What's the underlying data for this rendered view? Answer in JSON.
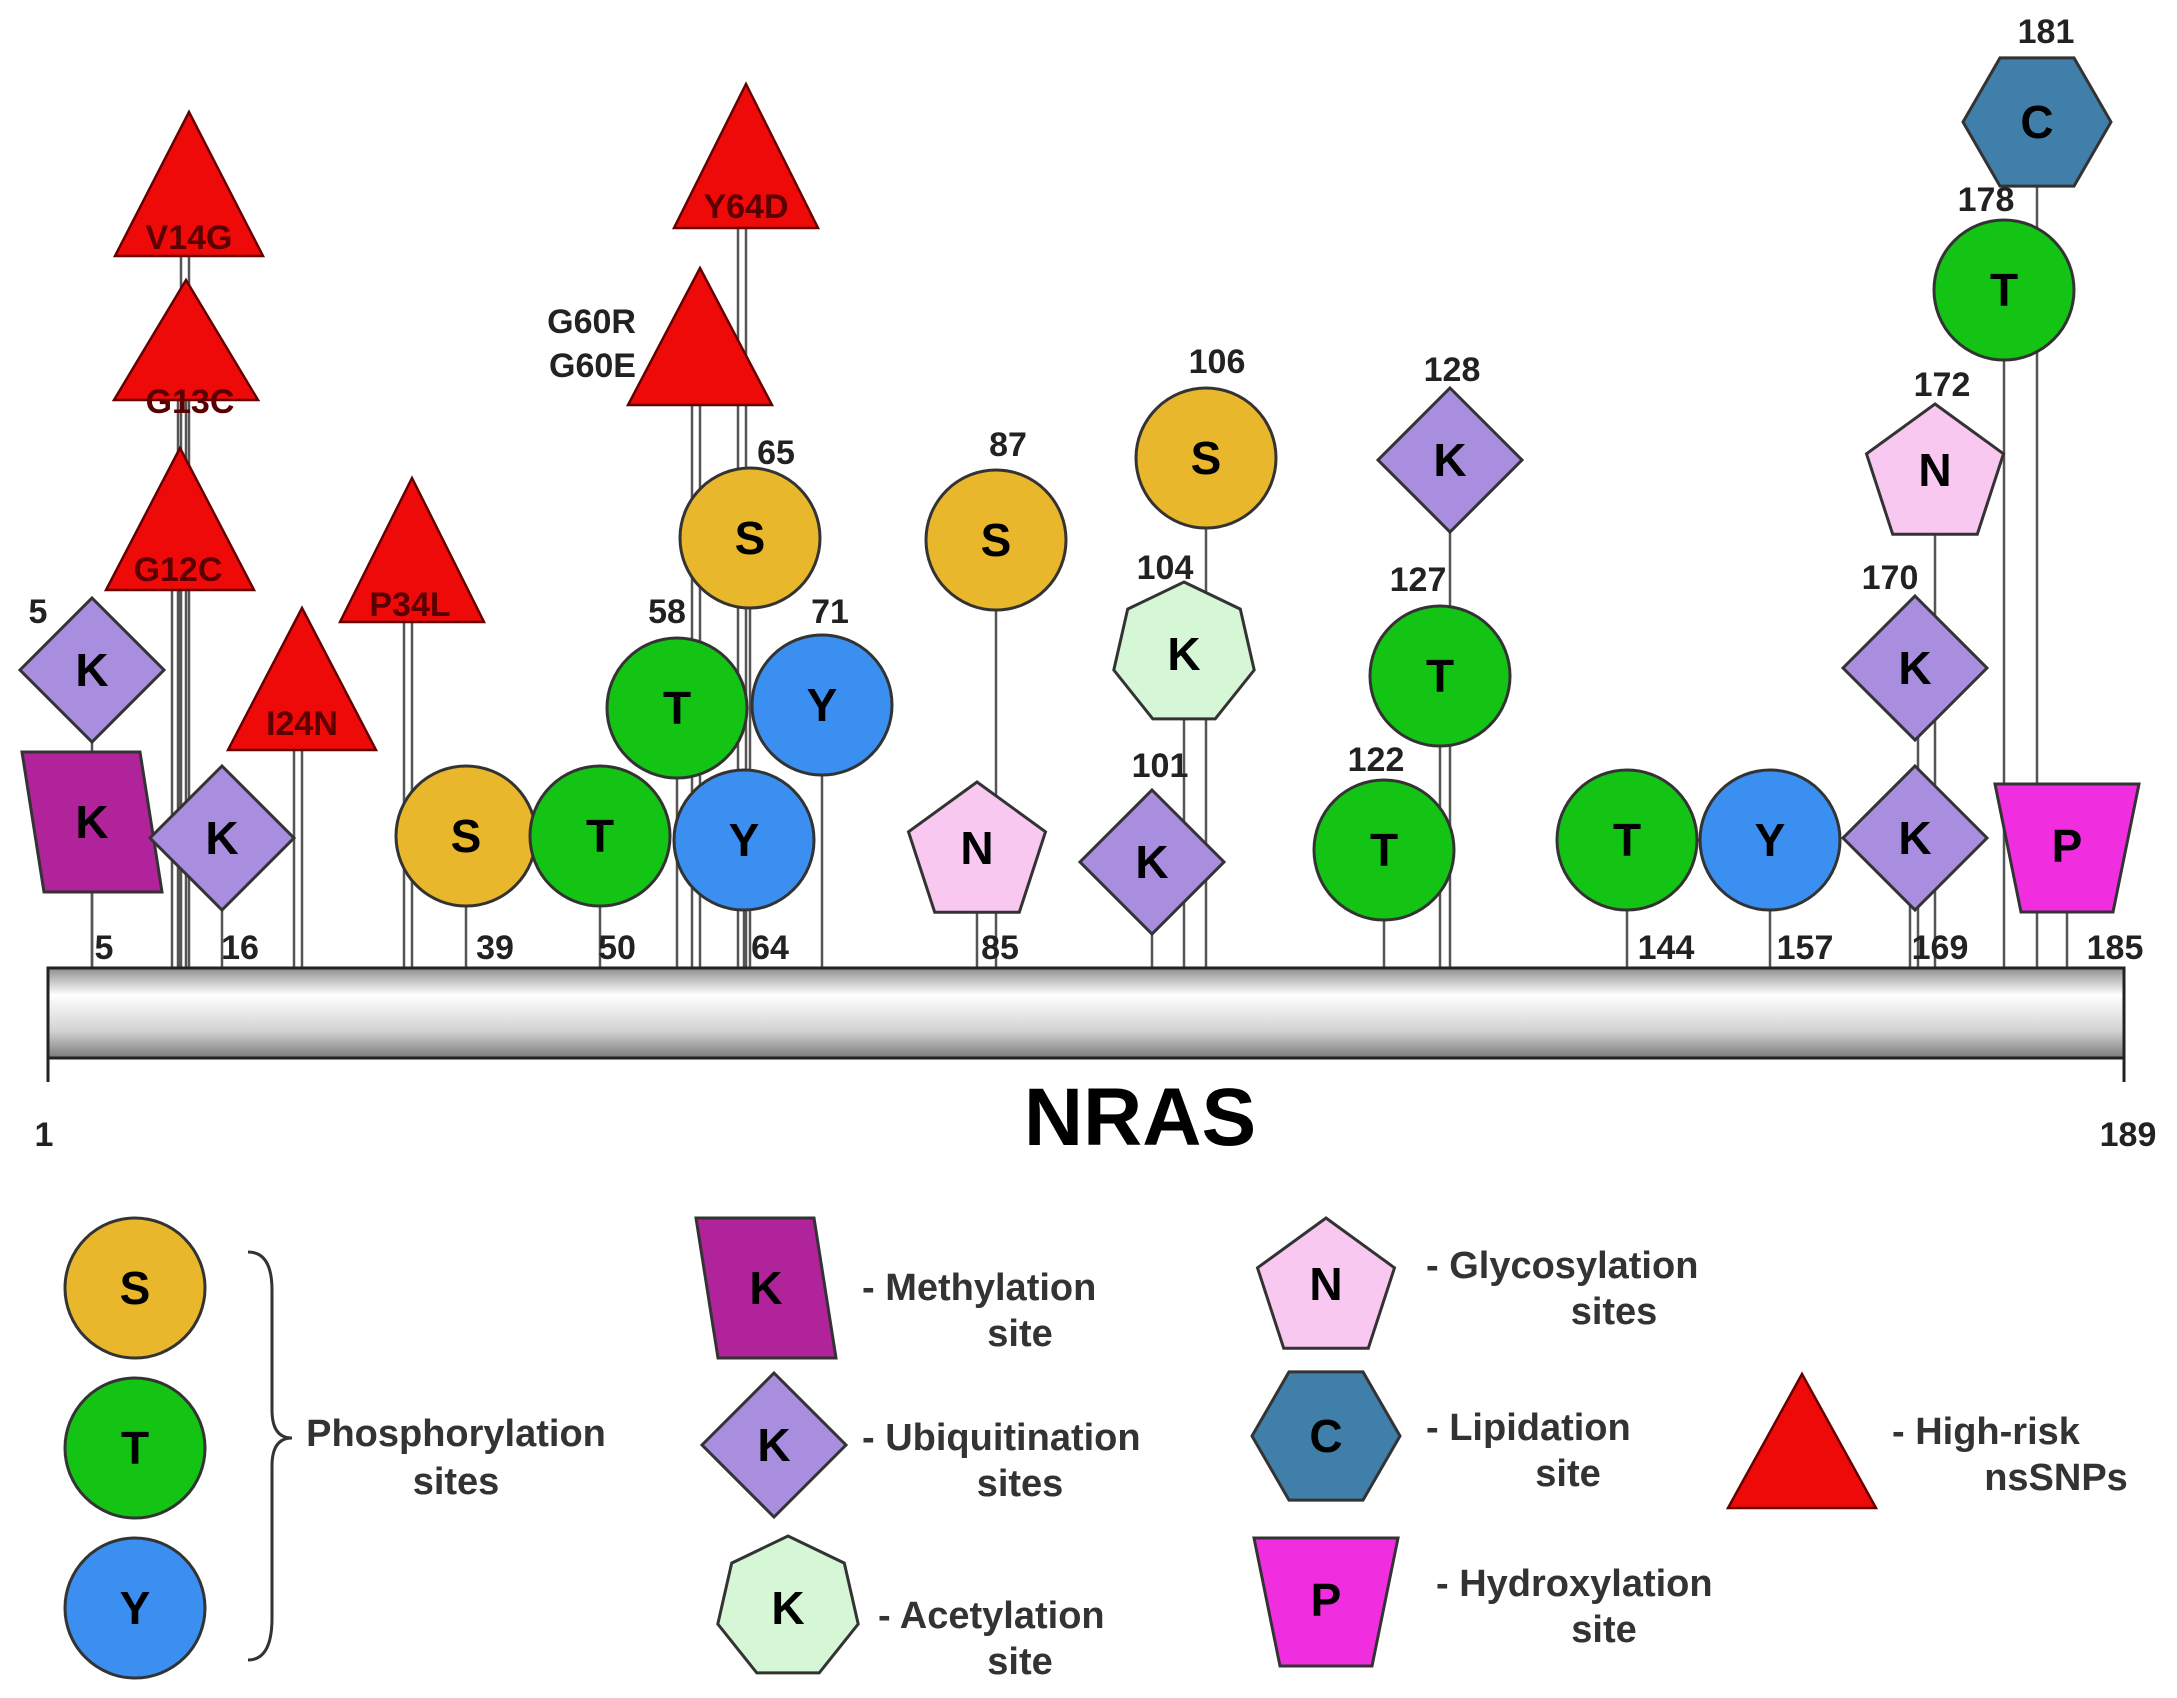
{
  "protein": {
    "name": "NRAS",
    "start": "1",
    "end": "189"
  },
  "colors": {
    "S": "#e8b72c",
    "T": "#14c414",
    "Y": "#3a8ff0",
    "methylation": "#b0239a",
    "ubiquitination": "#a98ee0",
    "acetylation": "#d6f7d6",
    "glycosylation": "#f8c8f0",
    "lipidation": "#3f7faa",
    "hydroxylation": "#f02ee0",
    "snp": "#ef0a0a"
  },
  "sites": [
    {
      "letter": "K",
      "type": "methylation",
      "pos_label": "5"
    },
    {
      "letter": "K",
      "type": "ubiquitination",
      "pos_label": "5"
    },
    {
      "letter": "K",
      "type": "ubiquitination",
      "pos_label": "16"
    },
    {
      "letter": "S",
      "type": "phosphorylation",
      "pos_label": "39"
    },
    {
      "letter": "T",
      "type": "phosphorylation",
      "pos_label": "50"
    },
    {
      "letter": "T",
      "type": "phosphorylation",
      "pos_label": "58"
    },
    {
      "letter": "Y",
      "type": "phosphorylation",
      "pos_label": "64"
    },
    {
      "letter": "S",
      "type": "phosphorylation",
      "pos_label": "65"
    },
    {
      "letter": "Y",
      "type": "phosphorylation",
      "pos_label": "71"
    },
    {
      "letter": "N",
      "type": "glycosylation",
      "pos_label": "85"
    },
    {
      "letter": "S",
      "type": "phosphorylation",
      "pos_label": "87"
    },
    {
      "letter": "K",
      "type": "ubiquitination",
      "pos_label": "101"
    },
    {
      "letter": "K",
      "type": "acetylation",
      "pos_label": "104"
    },
    {
      "letter": "S",
      "type": "phosphorylation",
      "pos_label": "106"
    },
    {
      "letter": "T",
      "type": "phosphorylation",
      "pos_label": "122"
    },
    {
      "letter": "T",
      "type": "phosphorylation",
      "pos_label": "127"
    },
    {
      "letter": "K",
      "type": "ubiquitination",
      "pos_label": "128"
    },
    {
      "letter": "T",
      "type": "phosphorylation",
      "pos_label": "144"
    },
    {
      "letter": "Y",
      "type": "phosphorylation",
      "pos_label": "157"
    },
    {
      "letter": "K",
      "type": "ubiquitination",
      "pos_label": "169"
    },
    {
      "letter": "K",
      "type": "ubiquitination",
      "pos_label": "170"
    },
    {
      "letter": "N",
      "type": "glycosylation",
      "pos_label": "172"
    },
    {
      "letter": "T",
      "type": "phosphorylation",
      "pos_label": "178"
    },
    {
      "letter": "C",
      "type": "lipidation",
      "pos_label": "181"
    },
    {
      "letter": "P",
      "type": "hydroxylation",
      "pos_label": "185"
    }
  ],
  "snps": [
    {
      "label": "V14G"
    },
    {
      "label": "G13C"
    },
    {
      "label": "G12C"
    },
    {
      "label": "I24N"
    },
    {
      "label": "P34L"
    },
    {
      "label": "G60R"
    },
    {
      "label": "G60E"
    },
    {
      "label": "Y64D"
    }
  ],
  "legend": [
    {
      "key": "phos",
      "letters": [
        "S",
        "T",
        "Y"
      ],
      "label_lines": [
        "Phosphorylation",
        "sites"
      ]
    },
    {
      "key": "methyl",
      "letter": "K",
      "label_lines": [
        "-  Methylation",
        "site"
      ]
    },
    {
      "key": "ubiq",
      "letter": "K",
      "label_lines": [
        "-  Ubiquitination",
        "sites"
      ]
    },
    {
      "key": "acetyl",
      "letter": "K",
      "label_lines": [
        "-  Acetylation",
        "site"
      ]
    },
    {
      "key": "glyco",
      "letter": "N",
      "label_lines": [
        "-  Glycosylation",
        "sites"
      ]
    },
    {
      "key": "lipid",
      "letter": "C",
      "label_lines": [
        "-  Lipidation",
        "site"
      ]
    },
    {
      "key": "hydroxyl",
      "letter": "P",
      "label_lines": [
        "-  Hydroxylation",
        "site"
      ]
    },
    {
      "key": "snp",
      "label_lines": [
        "-  High-risk",
        "nsSNPs"
      ]
    }
  ]
}
